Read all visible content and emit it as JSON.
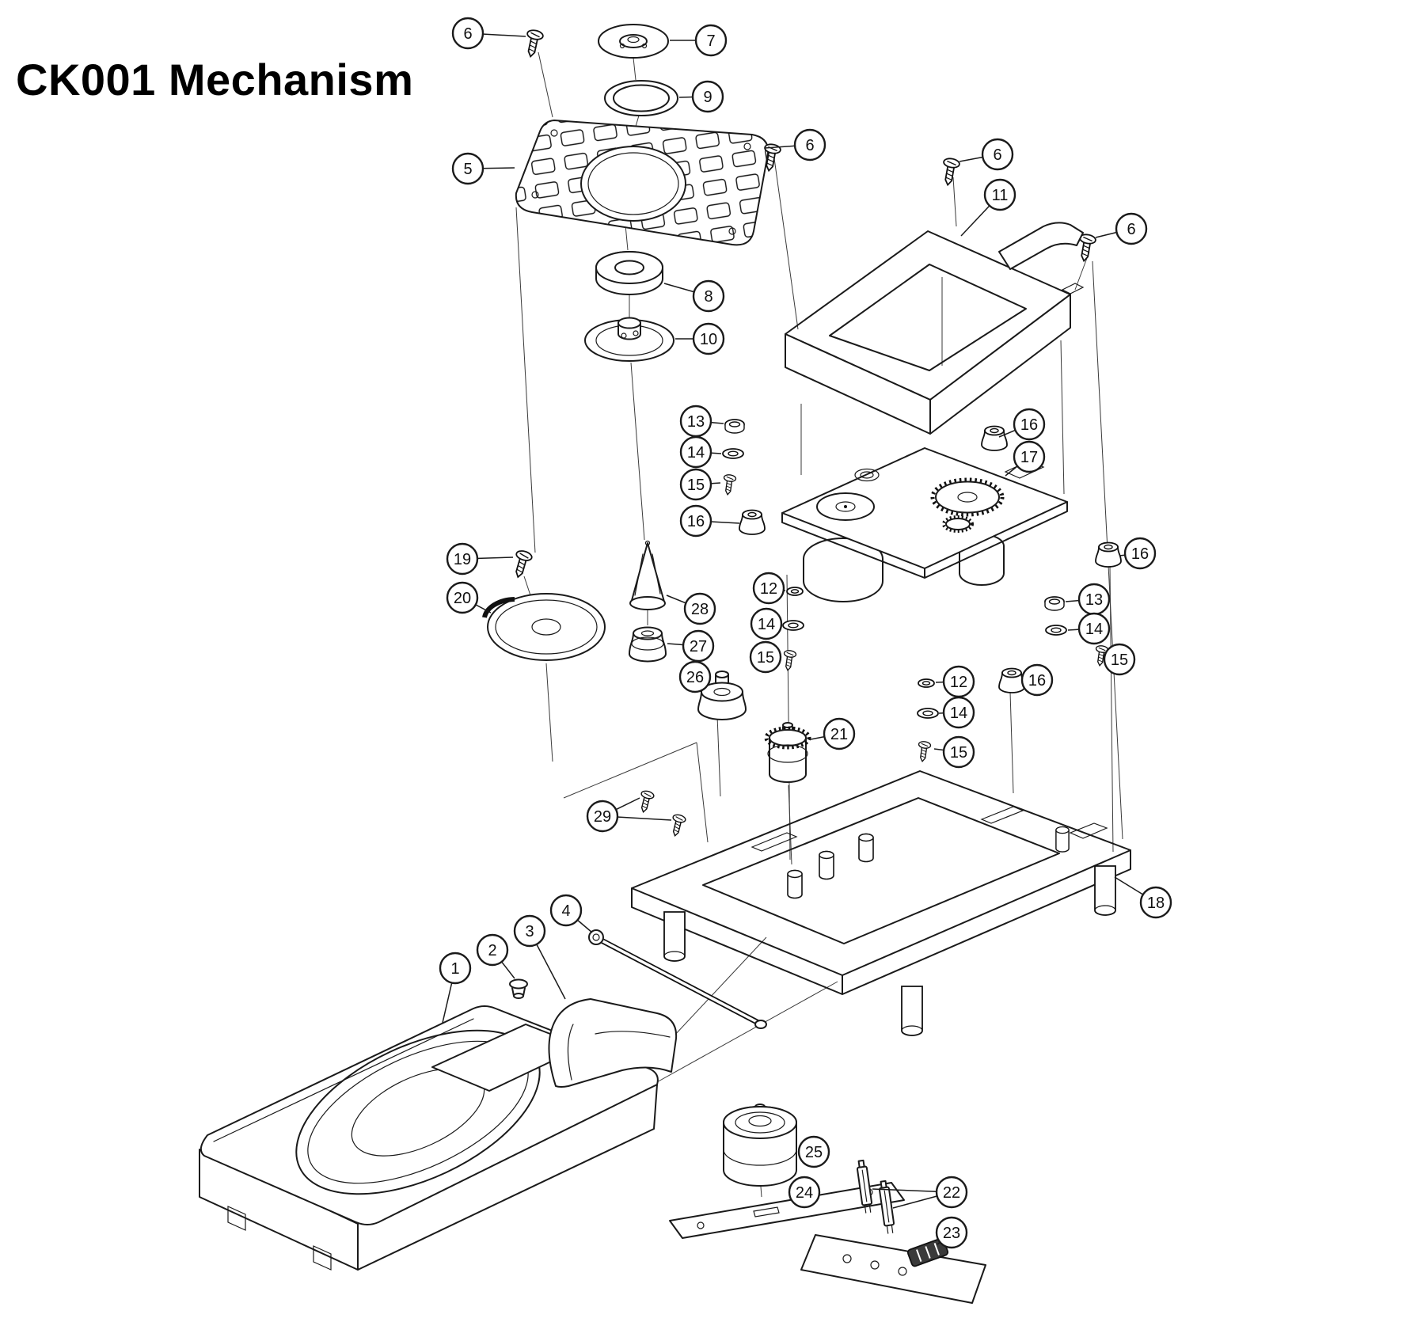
{
  "title": "CK001 Mechanism",
  "callouts": [
    {
      "label": "6"
    },
    {
      "label": "7"
    },
    {
      "label": "9"
    },
    {
      "label": "5"
    },
    {
      "label": "6"
    },
    {
      "label": "6"
    },
    {
      "label": "11"
    },
    {
      "label": "6"
    },
    {
      "label": "8"
    },
    {
      "label": "10"
    },
    {
      "label": "13"
    },
    {
      "label": "14"
    },
    {
      "label": "15"
    },
    {
      "label": "16"
    },
    {
      "label": "17"
    },
    {
      "label": "16"
    },
    {
      "label": "16"
    },
    {
      "label": "12"
    },
    {
      "label": "13"
    },
    {
      "label": "14"
    },
    {
      "label": "14"
    },
    {
      "label": "15"
    },
    {
      "label": "15"
    },
    {
      "label": "19"
    },
    {
      "label": "20"
    },
    {
      "label": "28"
    },
    {
      "label": "27"
    },
    {
      "label": "26"
    },
    {
      "label": "16"
    },
    {
      "label": "12"
    },
    {
      "label": "14"
    },
    {
      "label": "15"
    },
    {
      "label": "21"
    },
    {
      "label": "29"
    },
    {
      "label": "18"
    },
    {
      "label": "4"
    },
    {
      "label": "3"
    },
    {
      "label": "2"
    },
    {
      "label": "1"
    },
    {
      "label": "25"
    },
    {
      "label": "24"
    },
    {
      "label": "22"
    },
    {
      "label": "23"
    }
  ]
}
